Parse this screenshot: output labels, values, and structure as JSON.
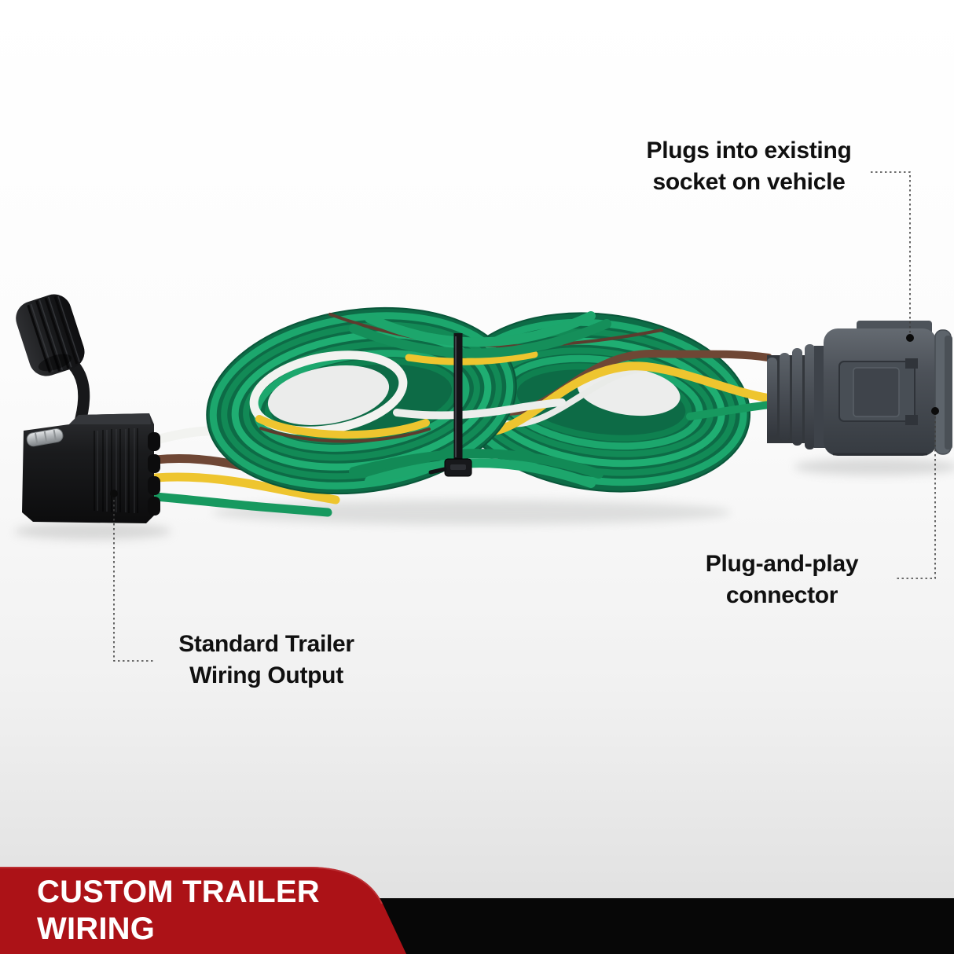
{
  "callouts": {
    "plug_socket": {
      "line1": "Plugs into existing",
      "line2": "socket on vehicle"
    },
    "plug_and_play": {
      "line1": "Plug-and-play",
      "line2": "connector"
    },
    "standard_output": {
      "line1": "Standard Trailer",
      "line2": "Wiring Output"
    }
  },
  "banner": {
    "line1": "CUSTOM TRAILER",
    "line2": "WIRING"
  },
  "colors": {
    "banner_red": "#ac1217",
    "footer_black": "#070707",
    "banner_text": "#ffffff",
    "label_text": "#101010",
    "wire_green": "#1aa26b",
    "wire_yellow": "#eec52f",
    "wire_white": "#f4f4f1",
    "wire_brown": "#6f4735",
    "connector_black": "#17181a",
    "connector_gray": "#4b5057",
    "leader_line": "#3f3f3f"
  }
}
